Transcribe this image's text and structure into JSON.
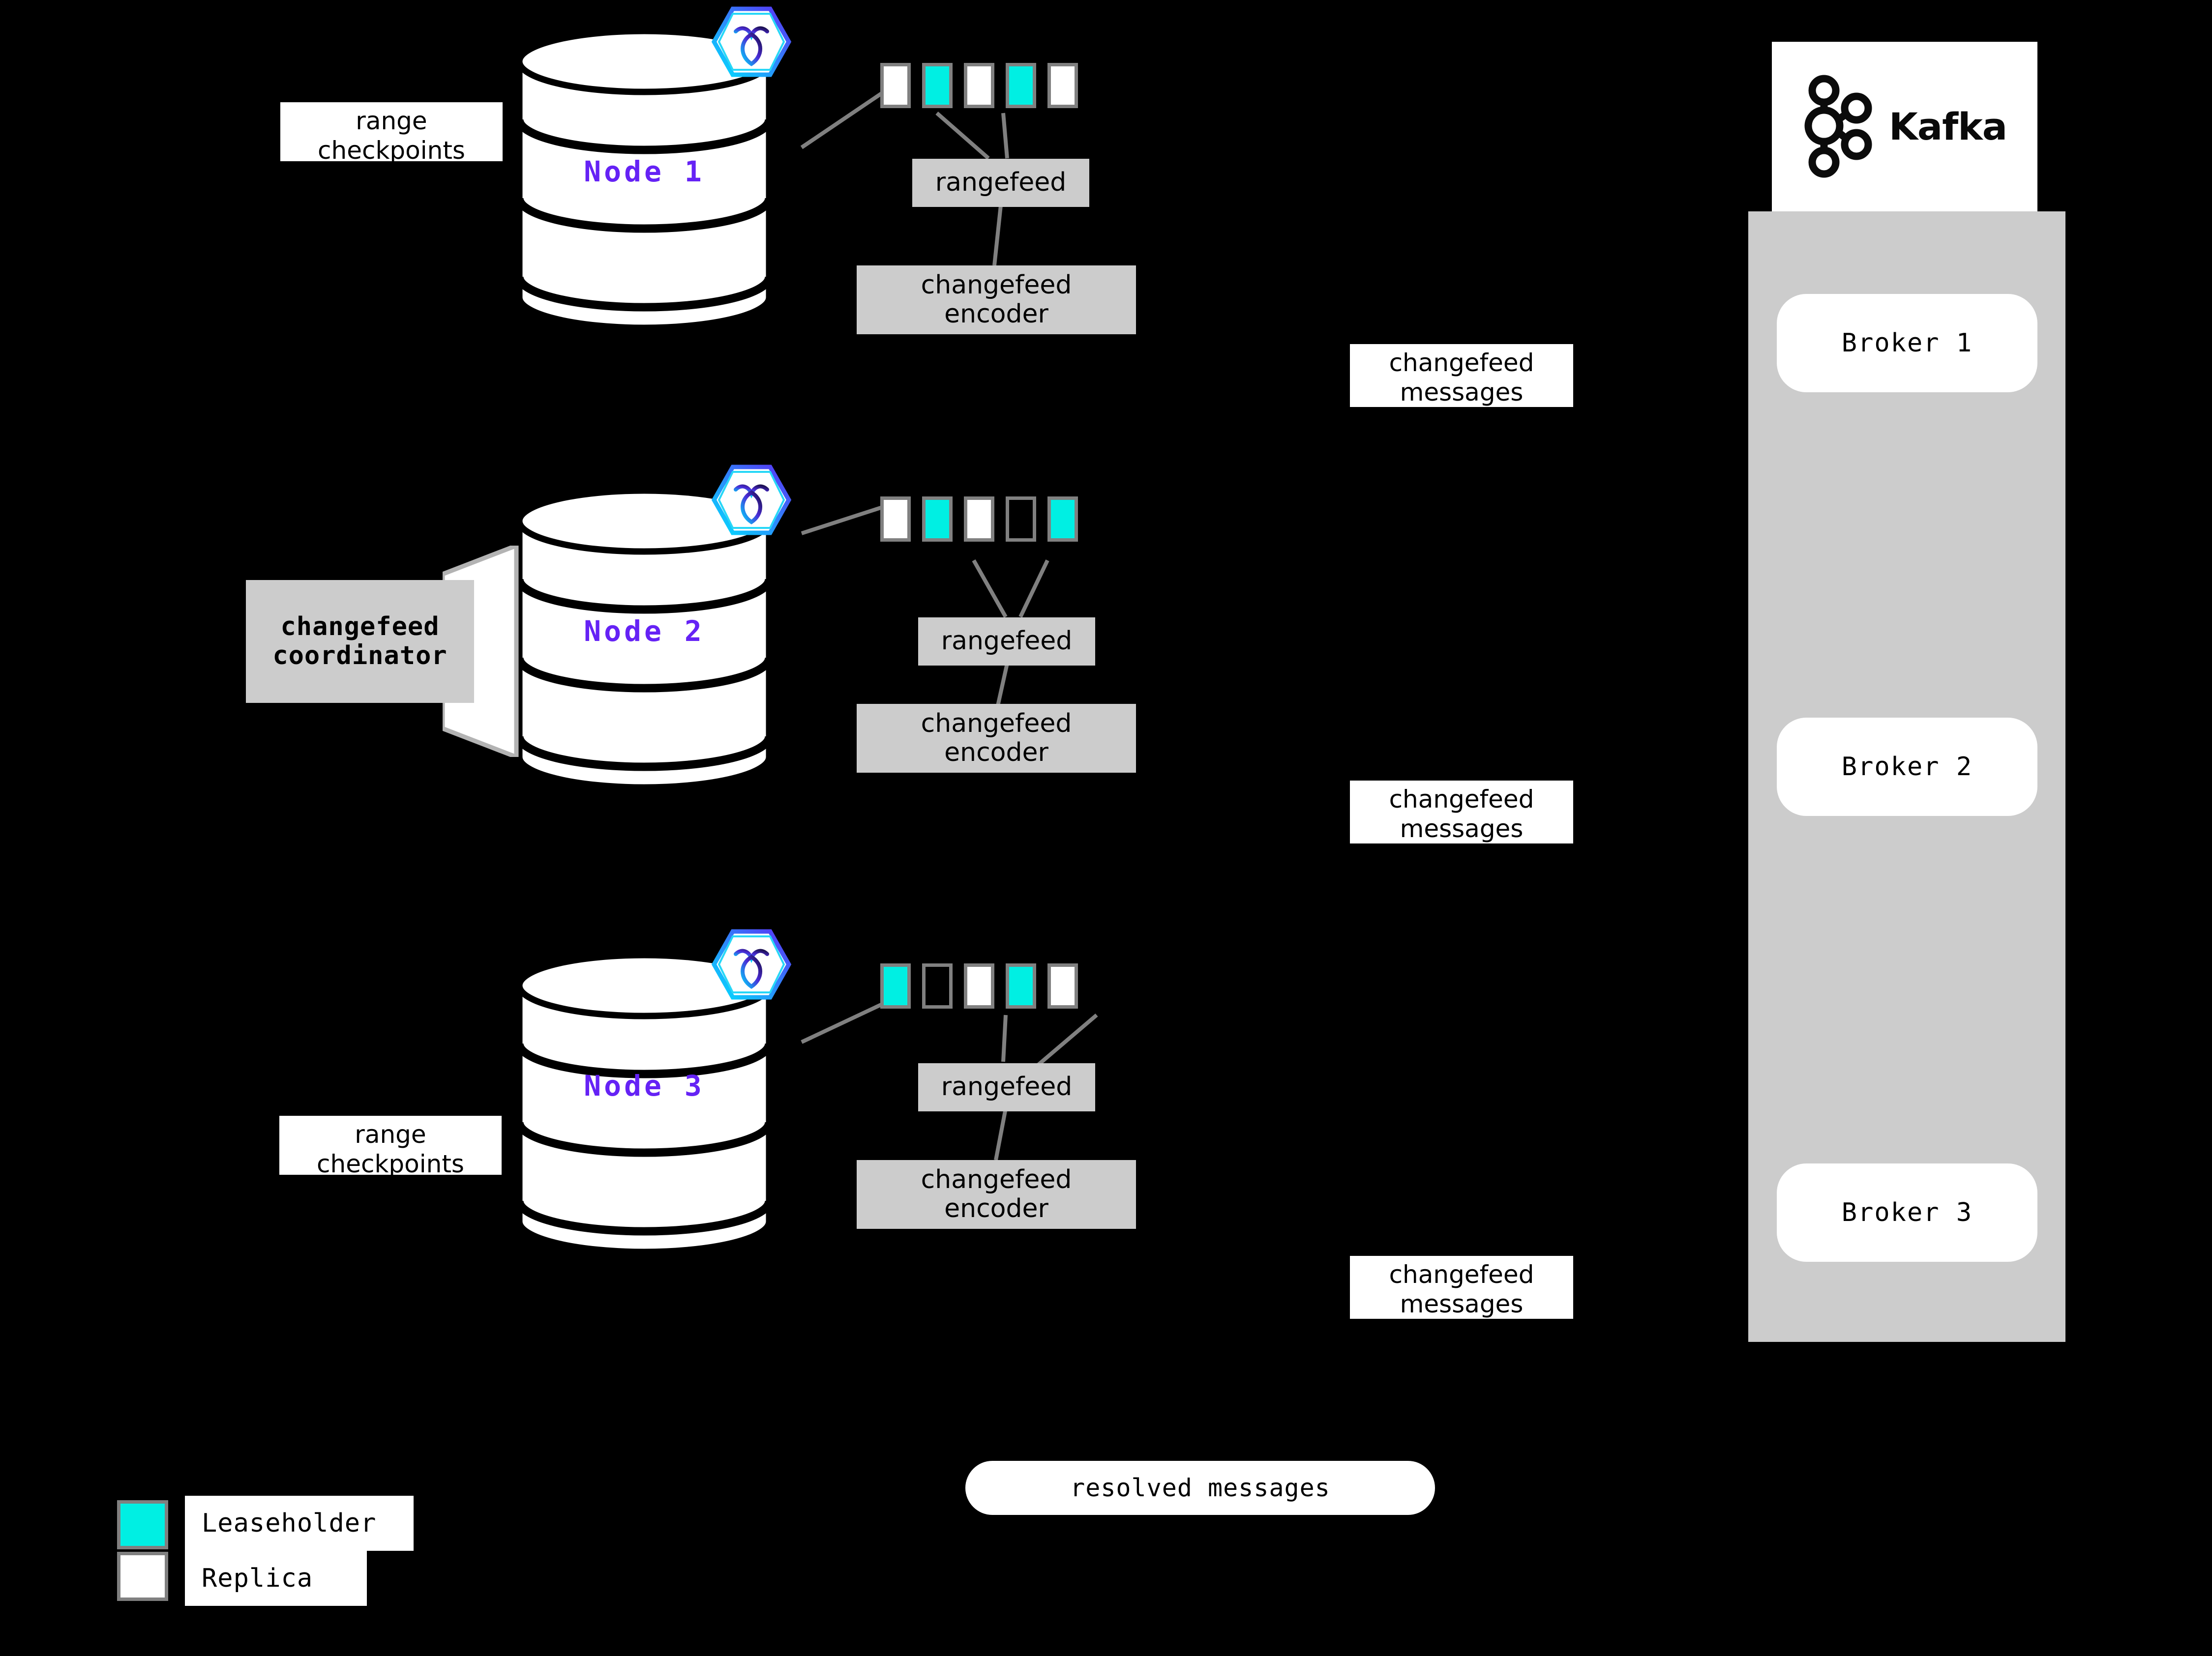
{
  "diagram": {
    "title": "CockroachDB changefeed to Kafka architecture",
    "background_color": "#000000",
    "accent_color": "#6522f5",
    "leaseholder_color": "#00efe3",
    "replica_color": "#ffffff",
    "box_fill": "#cccccc",
    "border_color": "#808080"
  },
  "nodes": [
    {
      "label": "Node 1",
      "rangefeed_label": "rangefeed",
      "encoder_label": "changefeed\nencoder",
      "side_label": "range\ncheckpoints",
      "ranges": [
        "replica",
        "leaseholder",
        "replica",
        "leaseholder",
        "replica"
      ]
    },
    {
      "label": "Node 2",
      "rangefeed_label": "rangefeed",
      "encoder_label": "changefeed\nencoder",
      "coordinator_label": "changefeed\ncoordinator",
      "ranges": [
        "replica",
        "leaseholder",
        "replica",
        "empty",
        "leaseholder"
      ]
    },
    {
      "label": "Node 3",
      "rangefeed_label": "rangefeed",
      "encoder_label": "changefeed\nencoder",
      "side_label": "range\ncheckpoints",
      "ranges": [
        "leaseholder",
        "empty",
        "replica",
        "leaseholder",
        "replica"
      ]
    }
  ],
  "messages": [
    {
      "label": "changefeed\nmessages"
    },
    {
      "label": "changefeed\nmessages"
    },
    {
      "label": "changefeed\nmessages"
    }
  ],
  "resolved": {
    "label": "resolved messages"
  },
  "kafka": {
    "name": "Kafka",
    "logo_icon": "kafka-logo-icon",
    "brokers": [
      {
        "label": "Broker 1"
      },
      {
        "label": "Broker 2"
      },
      {
        "label": "Broker 3"
      }
    ]
  },
  "legend": {
    "items": [
      {
        "label": "Leaseholder",
        "color": "#00efe3"
      },
      {
        "label": "Replica",
        "color": "#ffffff"
      }
    ]
  }
}
